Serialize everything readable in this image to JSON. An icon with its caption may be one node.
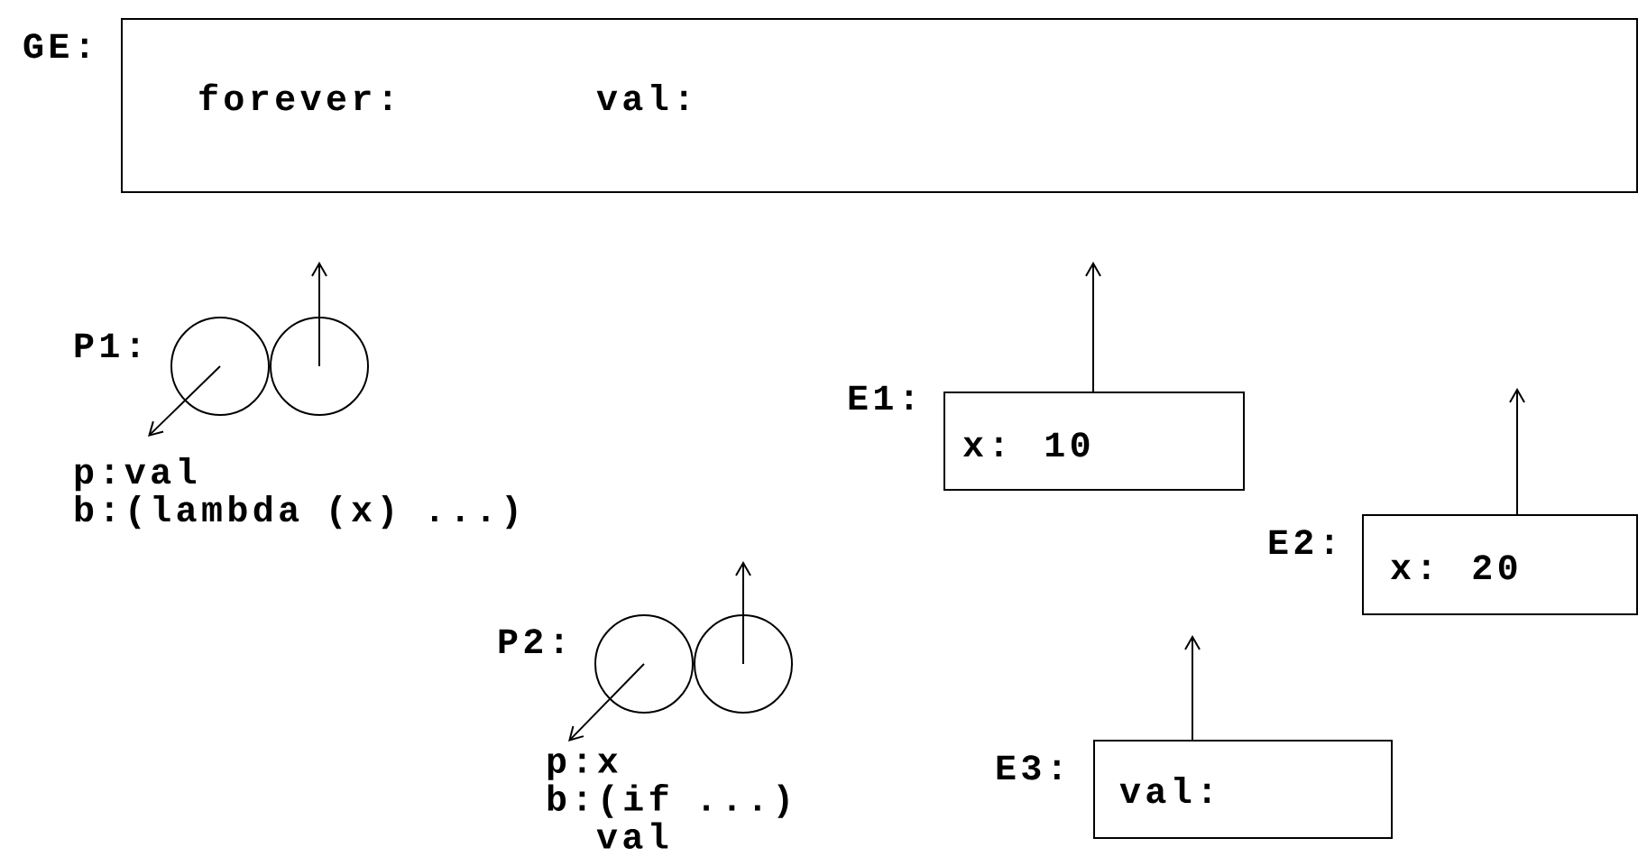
{
  "diagram": {
    "nodes": [
      {
        "text": [
          "GE:",
          "forever:",
          "val:"
        ]
      },
      {
        "text": [
          "P1:"
        ]
      },
      {
        "text": [],
        "shape": "circle"
      },
      {
        "text": [
          "p:val",
          "b:(lambda (x) ...)"
        ]
      },
      {
        "text": [
          "E1:",
          "x: 10"
        ]
      },
      {
        "text": [
          "E2:",
          "x: 20"
        ]
      },
      {
        "text": [
          "P2:"
        ]
      },
      {
        "text": [],
        "shape": "circle"
      },
      {
        "text": [
          "p:x",
          "b:(if ...)",
          "val"
        ]
      },
      {
        "text": [
          "E3:",
          "val:"
        ]
      }
    ],
    "edges": [
      {
        "from": 1,
        "to": 3,
        "arrow": "to"
      },
      {
        "from": 2,
        "to": null,
        "arrow": "to"
      },
      {
        "from": 4,
        "to": null,
        "arrow": "to"
      },
      {
        "from": 5,
        "to": null,
        "arrow": "to"
      },
      {
        "from": 6,
        "to": 8,
        "arrow": "to"
      },
      {
        "from": 7,
        "to": null,
        "arrow": "to"
      },
      {
        "from": 9,
        "to": null,
        "arrow": "to"
      }
    ]
  }
}
